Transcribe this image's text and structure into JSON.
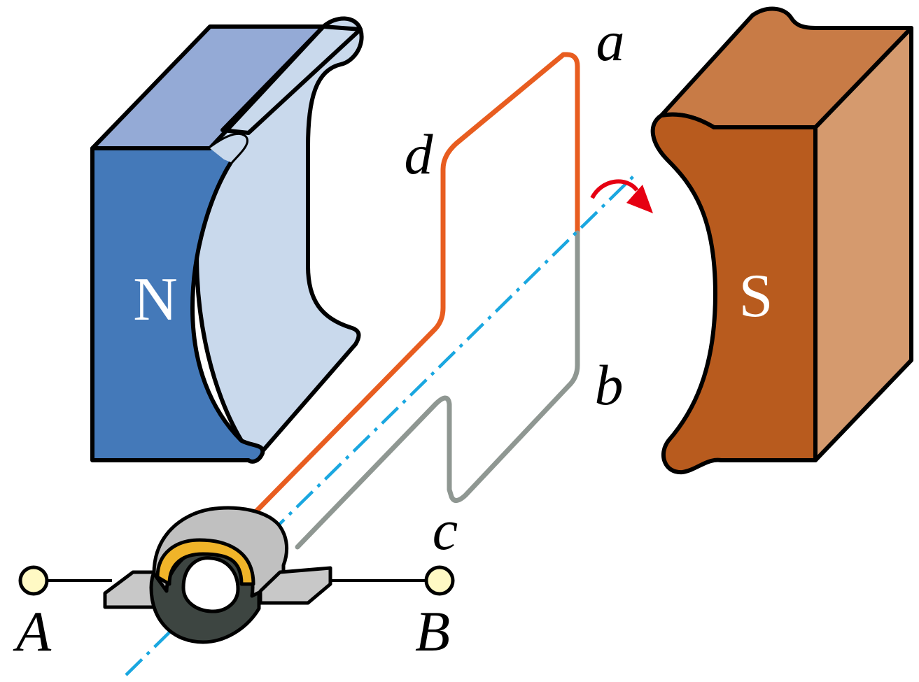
{
  "magnets": {
    "north": {
      "label": "N"
    },
    "south": {
      "label": "S"
    }
  },
  "coil": {
    "corner_a": "a",
    "corner_b": "b",
    "corner_c": "c",
    "corner_d": "d"
  },
  "terminals": {
    "left": "A",
    "right": "B"
  },
  "colors": {
    "north_front": "#4479b9",
    "north_top": "#94aad6",
    "north_pole_face": "#c9d9ec",
    "south_front": "#b85b1e",
    "south_top": "#c87b46",
    "south_side": "#d59a6e",
    "coil_side_ad": "#e85d20",
    "coil_side_bc": "#8f9792",
    "axis": "#1aa7e0",
    "rotation_arrow": "#e60012",
    "slip_ring_outer": "#f0b429",
    "terminal_fill": "#fff9c4"
  },
  "icons": {
    "rotation_direction": "curved-arrow-icon"
  }
}
